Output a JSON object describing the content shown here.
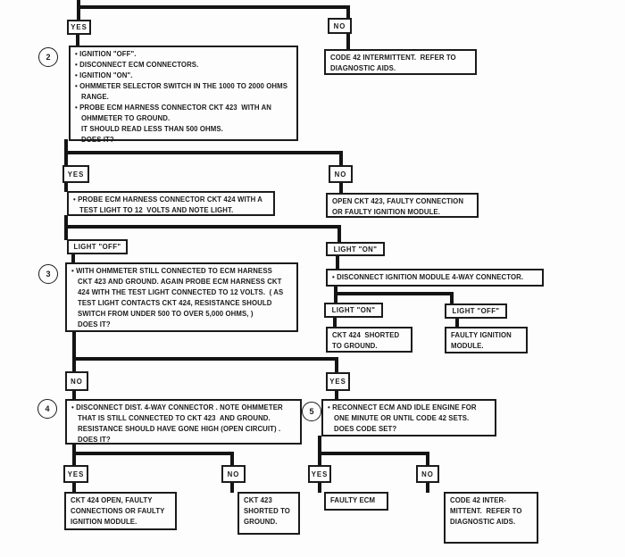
{
  "page": {
    "background": "#fdfdfd",
    "ink": "#1b1b1b"
  },
  "labels": {
    "yes": "YES",
    "no": "NO",
    "light_on": "LIGHT \"ON\"",
    "light_off": "LIGHT \"OFF\""
  },
  "steps": {
    "s2": {
      "number": "2",
      "lines": [
        "• IGNITION \"OFF\".",
        "• DISCONNECT ECM CONNECTORS.",
        "• IGNITION \"ON\".",
        "• OHMMETER SELECTOR SWITCH IN THE 1000 TO 2000 OHMS",
        "RANGE.",
        "• PROBE ECM HARNESS CONNECTOR CKT 423  WITH AN",
        "OHMMETER TO GROUND.",
        "IT SHOULD READ LESS THAN 500 OHMS.",
        "DOES IT?"
      ]
    },
    "s3": {
      "number": "3",
      "lines": [
        "• WITH OHMMETER STILL CONNECTED TO ECM HARNESS",
        "CKT 423 AND GROUND. AGAIN PROBE ECM HARNESS CKT",
        "424 WITH THE TEST LIGHT CONNECTED TO 12 VOLTS.  ( AS",
        "TEST LIGHT CONTACTS CKT 424, RESISTANCE SHOULD",
        "SWITCH FROM UNDER 500 TO OVER 5,000 OHMS, )",
        "DOES IT?"
      ]
    },
    "s4": {
      "number": "4",
      "lines": [
        "• DISCONNECT DIST. 4-WAY CONNECTOR . NOTE OHMMETER",
        "THAT IS STILL CONNECTED TO CKT 423  AND GROUND.",
        "RESISTANCE SHOULD HAVE GONE HIGH (OPEN CIRCUIT) .",
        "DOES IT?"
      ]
    },
    "s5": {
      "number": "5",
      "lines": [
        "• RECONNECT ECM AND IDLE ENGINE FOR",
        "ONE MINUTE OR UNTIL CODE 42 SETS.",
        "DOES CODE SET?"
      ]
    }
  },
  "boxes": {
    "code42_top": {
      "lines": [
        "CODE 42 INTERMITTENT.  REFER TO",
        "DIAGNOSTIC AIDS."
      ]
    },
    "probe_ckt424": {
      "lines": [
        "• PROBE ECM HARNESS CONNECTOR CKT 424 WITH A",
        "TEST LIGHT TO 12  VOLTS AND NOTE LIGHT."
      ]
    },
    "open_ckt423": {
      "lines": [
        "OPEN CKT 423, FAULTY CONNECTION",
        "OR FAULTY IGNITION MODULE."
      ]
    },
    "disconnect_module": {
      "lines": [
        "• DISCONNECT IGNITION MODULE 4-WAY CONNECTOR."
      ]
    },
    "ckt424_shorted": {
      "lines": [
        "CKT 424  SHORTED",
        "TO GROUND."
      ]
    },
    "faulty_ignition": {
      "lines": [
        "FAULTY IGNITION",
        "MODULE."
      ]
    },
    "ckt424_open": {
      "lines": [
        "CKT 424 OPEN, FAULTY",
        "CONNECTIONS OR FAULTY",
        "IGNITION MODULE."
      ]
    },
    "ckt423_shorted": {
      "lines": [
        "CKT 423",
        "SHORTED TO",
        "GROUND."
      ]
    },
    "faulty_ecm": {
      "lines": [
        "FAULTY ECM"
      ]
    },
    "code42_bottom": {
      "lines": [
        "CODE 42 INTER-",
        "MITTENT.  REFER TO",
        "DIAGNOSTIC AIDS."
      ]
    }
  }
}
